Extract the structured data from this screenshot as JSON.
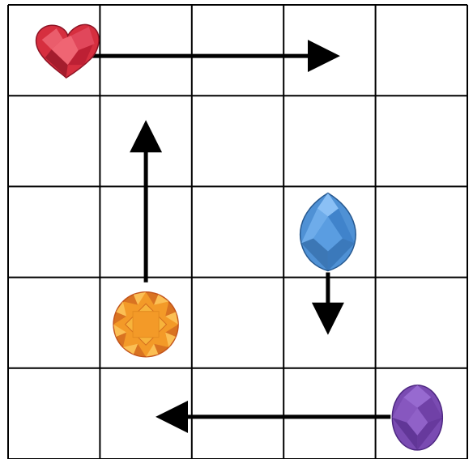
{
  "board": {
    "rows": 5,
    "cols": 5,
    "background": "#ffffff",
    "grid_color": "#000000"
  },
  "pieces": [
    {
      "name": "red-heart-gem",
      "shape": "heart",
      "row": 0,
      "col": 0,
      "color": "#d62f3f",
      "dark": "#8e1526",
      "light": "#f06d7c"
    },
    {
      "name": "orange-round-gem",
      "shape": "round",
      "row": 3,
      "col": 1,
      "color": "#f39a28",
      "dark": "#c2531b",
      "light": "#ffd36c"
    },
    {
      "name": "blue-marquise-gem",
      "shape": "marquise",
      "row": 2,
      "col": 3,
      "color": "#4f91d5",
      "dark": "#26588f",
      "light": "#9fd0ff"
    },
    {
      "name": "purple-oval-gem",
      "shape": "oval",
      "row": 4,
      "col": 4,
      "color": "#7a4bb2",
      "dark": "#4d2781",
      "light": "#a77be0"
    }
  ],
  "moves": [
    {
      "piece": "red-heart-gem",
      "direction": "right",
      "from": [
        0,
        0
      ],
      "to": [
        0,
        3
      ]
    },
    {
      "piece": "orange-round-gem",
      "direction": "up",
      "from": [
        3,
        1
      ],
      "to": [
        1,
        1
      ]
    },
    {
      "piece": "blue-marquise-gem",
      "direction": "down",
      "from": [
        2,
        3
      ],
      "to": [
        3,
        3
      ]
    },
    {
      "piece": "purple-oval-gem",
      "direction": "left",
      "from": [
        4,
        4
      ],
      "to": [
        4,
        1
      ]
    }
  ]
}
